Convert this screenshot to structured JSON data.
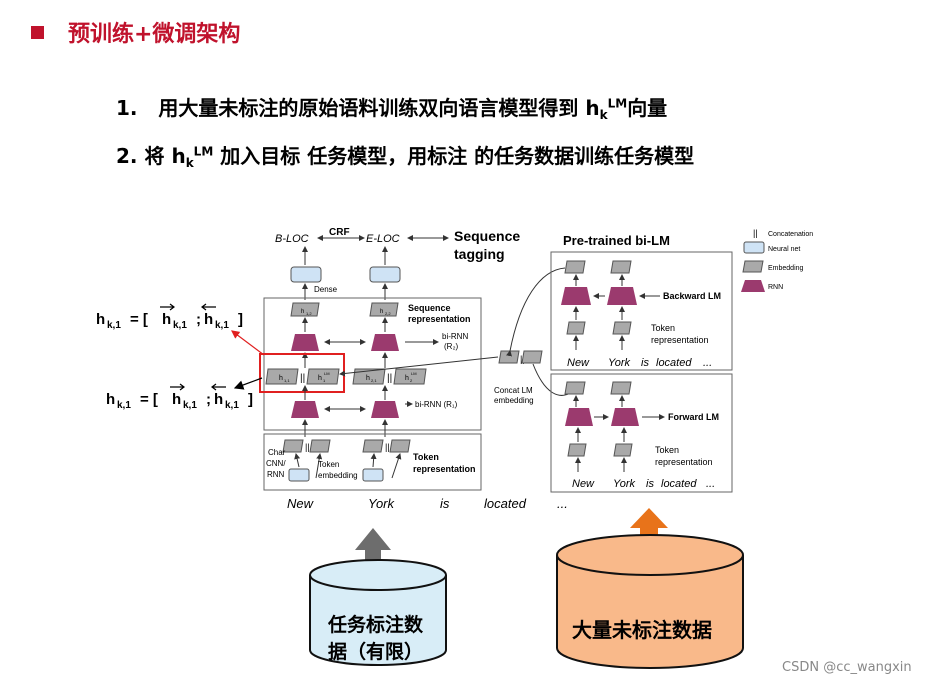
{
  "title": "预训练+微调架构",
  "steps": [
    {
      "num": "1.",
      "pre": "用大量未标注的原始语料训练双向语言模型得到 h",
      "sub": "k",
      "sup": "LM",
      "post": "向量"
    },
    {
      "num": "2.",
      "pre": "将 h",
      "sub": "k",
      "sup": "LM",
      "post": " 加入目标 任务模型，用标注 的任务数据训练任务模型"
    }
  ],
  "formula": {
    "lhs": "h",
    "lhs_sub": "k,1",
    "eq": "= [",
    "h1": "h",
    "h1_sub": "k,1",
    "sep": ";",
    "h2": "h",
    "h2_sub": "k,1",
    "close": "]"
  },
  "left_diagram": {
    "crf": "CRF",
    "bloc": "B-LOC",
    "eloc": "E-LOC",
    "seq_tagging": [
      "Sequence",
      "tagging"
    ],
    "dense": "Dense",
    "h12": "h",
    "h12_sub": "1,2",
    "h22": "h",
    "h22_sub": "2,2",
    "seq_repr": [
      "Sequence",
      "representation"
    ],
    "birnn2": [
      "bi-RNN",
      "(R₂)"
    ],
    "h11": "h",
    "h11_sub": "1,1",
    "h1lm": "h",
    "h1lm_sub": "1",
    "h1lm_sup": "LM",
    "h21": "h",
    "h21_sub": "2,1",
    "h2lm": "h",
    "h2lm_sub": "2",
    "h2lm_sup": "LM",
    "birnn1": "bi-RNN (R₁)",
    "char": [
      "Char",
      "CNN/",
      "RNN"
    ],
    "tokemb": [
      "Token",
      "embedding"
    ],
    "tokrepr": [
      "Token",
      "representation"
    ],
    "words": [
      "New",
      "York",
      "is",
      "located",
      "..."
    ],
    "concat": [
      "Concat LM",
      "embedding"
    ]
  },
  "right_diagram": {
    "title": "Pre-trained bi-LM",
    "backward": "Backward LM",
    "forward": "Forward LM",
    "tokrepr": [
      "Token",
      "representation"
    ],
    "words": [
      "New",
      "York",
      "is",
      "located",
      "..."
    ]
  },
  "legend": [
    {
      "icon": "concat-symbol",
      "label": "Concatenation"
    },
    {
      "icon": "neural-net-box",
      "label": "Neural net"
    },
    {
      "icon": "embedding-box",
      "label": "Embedding"
    },
    {
      "icon": "rnn-trapezoid",
      "label": "RNN"
    }
  ],
  "cylinders": [
    {
      "label": [
        "任务标注数",
        "据（有限）"
      ],
      "fill": "#d8edf7",
      "arrow": "#6d6d6d"
    },
    {
      "label": [
        "大量未标注数据"
      ],
      "fill": "#f9b98a",
      "arrow": "#e8731a"
    }
  ],
  "watermark": "CSDN @cc_wangxin",
  "colors": {
    "accent": "#c0122c",
    "rnn": "#9b3a6e",
    "embedding": "#a9a9a9",
    "neural": "#cfe3f5"
  }
}
